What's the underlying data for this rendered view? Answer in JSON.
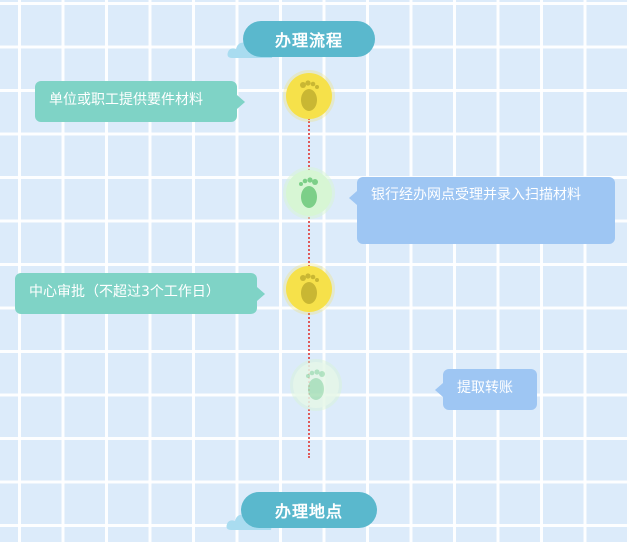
{
  "process_title": "办理流程",
  "location_title": "办理地点",
  "steps": [
    {
      "text": "单位或职工提供要件材料",
      "node_color": "yellow"
    },
    {
      "text": "银行经办网点受理并录入扫描材料",
      "node_color": "green"
    },
    {
      "text": "中心审批（不超过3个工作日）",
      "node_color": "yellow"
    },
    {
      "text": "提取转账",
      "node_color": "green"
    }
  ],
  "colors": {
    "background": "#dcebfa",
    "header": "#5ab8cd",
    "teal_bubble": "#7fd3c6",
    "blue_bubble": "#9ec6f3",
    "node_yellow": "#f6e14a",
    "node_green": "#d7f6d4",
    "timeline": "#e05a5a"
  }
}
